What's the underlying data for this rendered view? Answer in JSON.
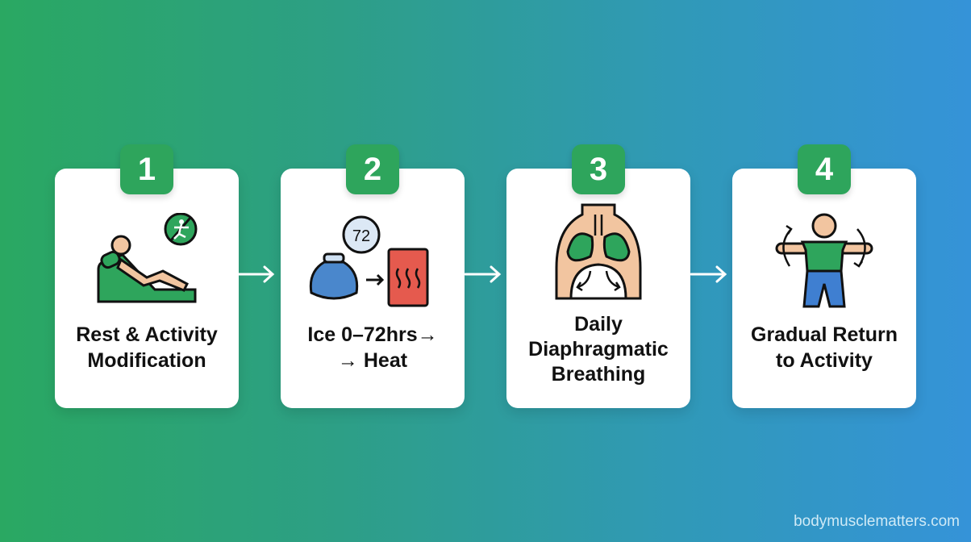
{
  "steps": [
    {
      "number": "1",
      "label_line1": "Rest & Activity",
      "label_line2": "Modification",
      "icon": "reclining-person-no-exercise-icon"
    },
    {
      "number": "2",
      "label_line1": "Ice 0–72hrs→",
      "label_line2": "→ Heat",
      "icon": "ice-pack-to-heat-pack-icon",
      "timer": "72"
    },
    {
      "number": "3",
      "label_line1": "Daily",
      "label_line2": "Diaphragmatic",
      "label_line3": "Breathing",
      "icon": "lungs-diaphragm-icon"
    },
    {
      "number": "4",
      "label_line1": "Gradual Return",
      "label_line2": "to Activity",
      "icon": "person-arm-circles-icon"
    }
  ],
  "footer": {
    "site": "bodymusclematters.com"
  },
  "colors": {
    "accent_green": "#2ea55c",
    "gradient_start": "#2aa862",
    "gradient_end": "#3593d8"
  }
}
